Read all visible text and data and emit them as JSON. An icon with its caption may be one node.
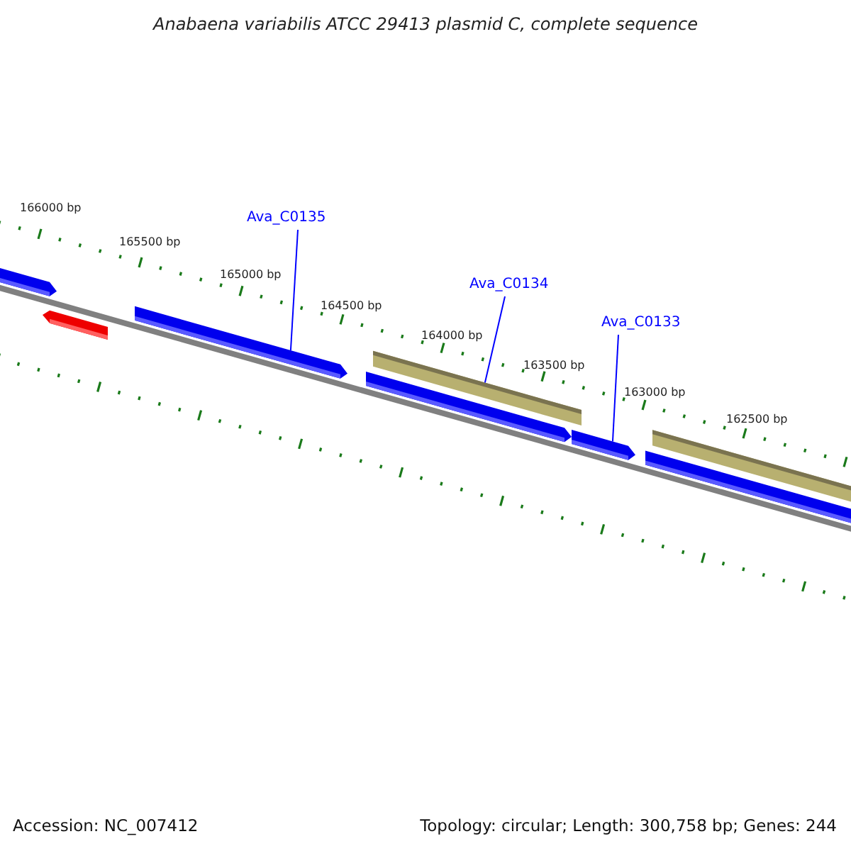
{
  "diagram": {
    "title": "Anabaena variabilis ATCC 29413 plasmid C, complete sequence",
    "nodes": [
      {
        "text": [
          "Ava_C0135"
        ]
      },
      {
        "text": [
          "Ava_C0134"
        ]
      },
      {
        "text": [
          "Ava_C0133"
        ]
      },
      {
        "text": [],
        "shape": "bar"
      },
      {
        "text": [],
        "shape": "bar"
      },
      {
        "text": [],
        "shape": "bar"
      },
      {
        "text": [],
        "shape": "bar"
      },
      {
        "text": [],
        "shape": "bar"
      },
      {
        "text": [],
        "shape": "bar"
      },
      {
        "text": [],
        "shape": "bar"
      },
      {
        "text": [],
        "shape": "bar"
      }
    ],
    "edges": [
      {
        "from": 0,
        "to": 5,
        "arrow": "none"
      },
      {
        "from": 1,
        "to": 7,
        "arrow": "none"
      },
      {
        "from": 2,
        "to": 8,
        "arrow": "none"
      }
    ],
    "labels": [
      "166000 bp",
      "165500 bp",
      "165000 bp",
      "164500 bp",
      "164000 bp",
      "163500 bp",
      "163000 bp",
      "162500 bp",
      "Accession: NC_007412",
      "Topology: circular; Length: 300,758 bp; Genes: 244"
    ]
  }
}
